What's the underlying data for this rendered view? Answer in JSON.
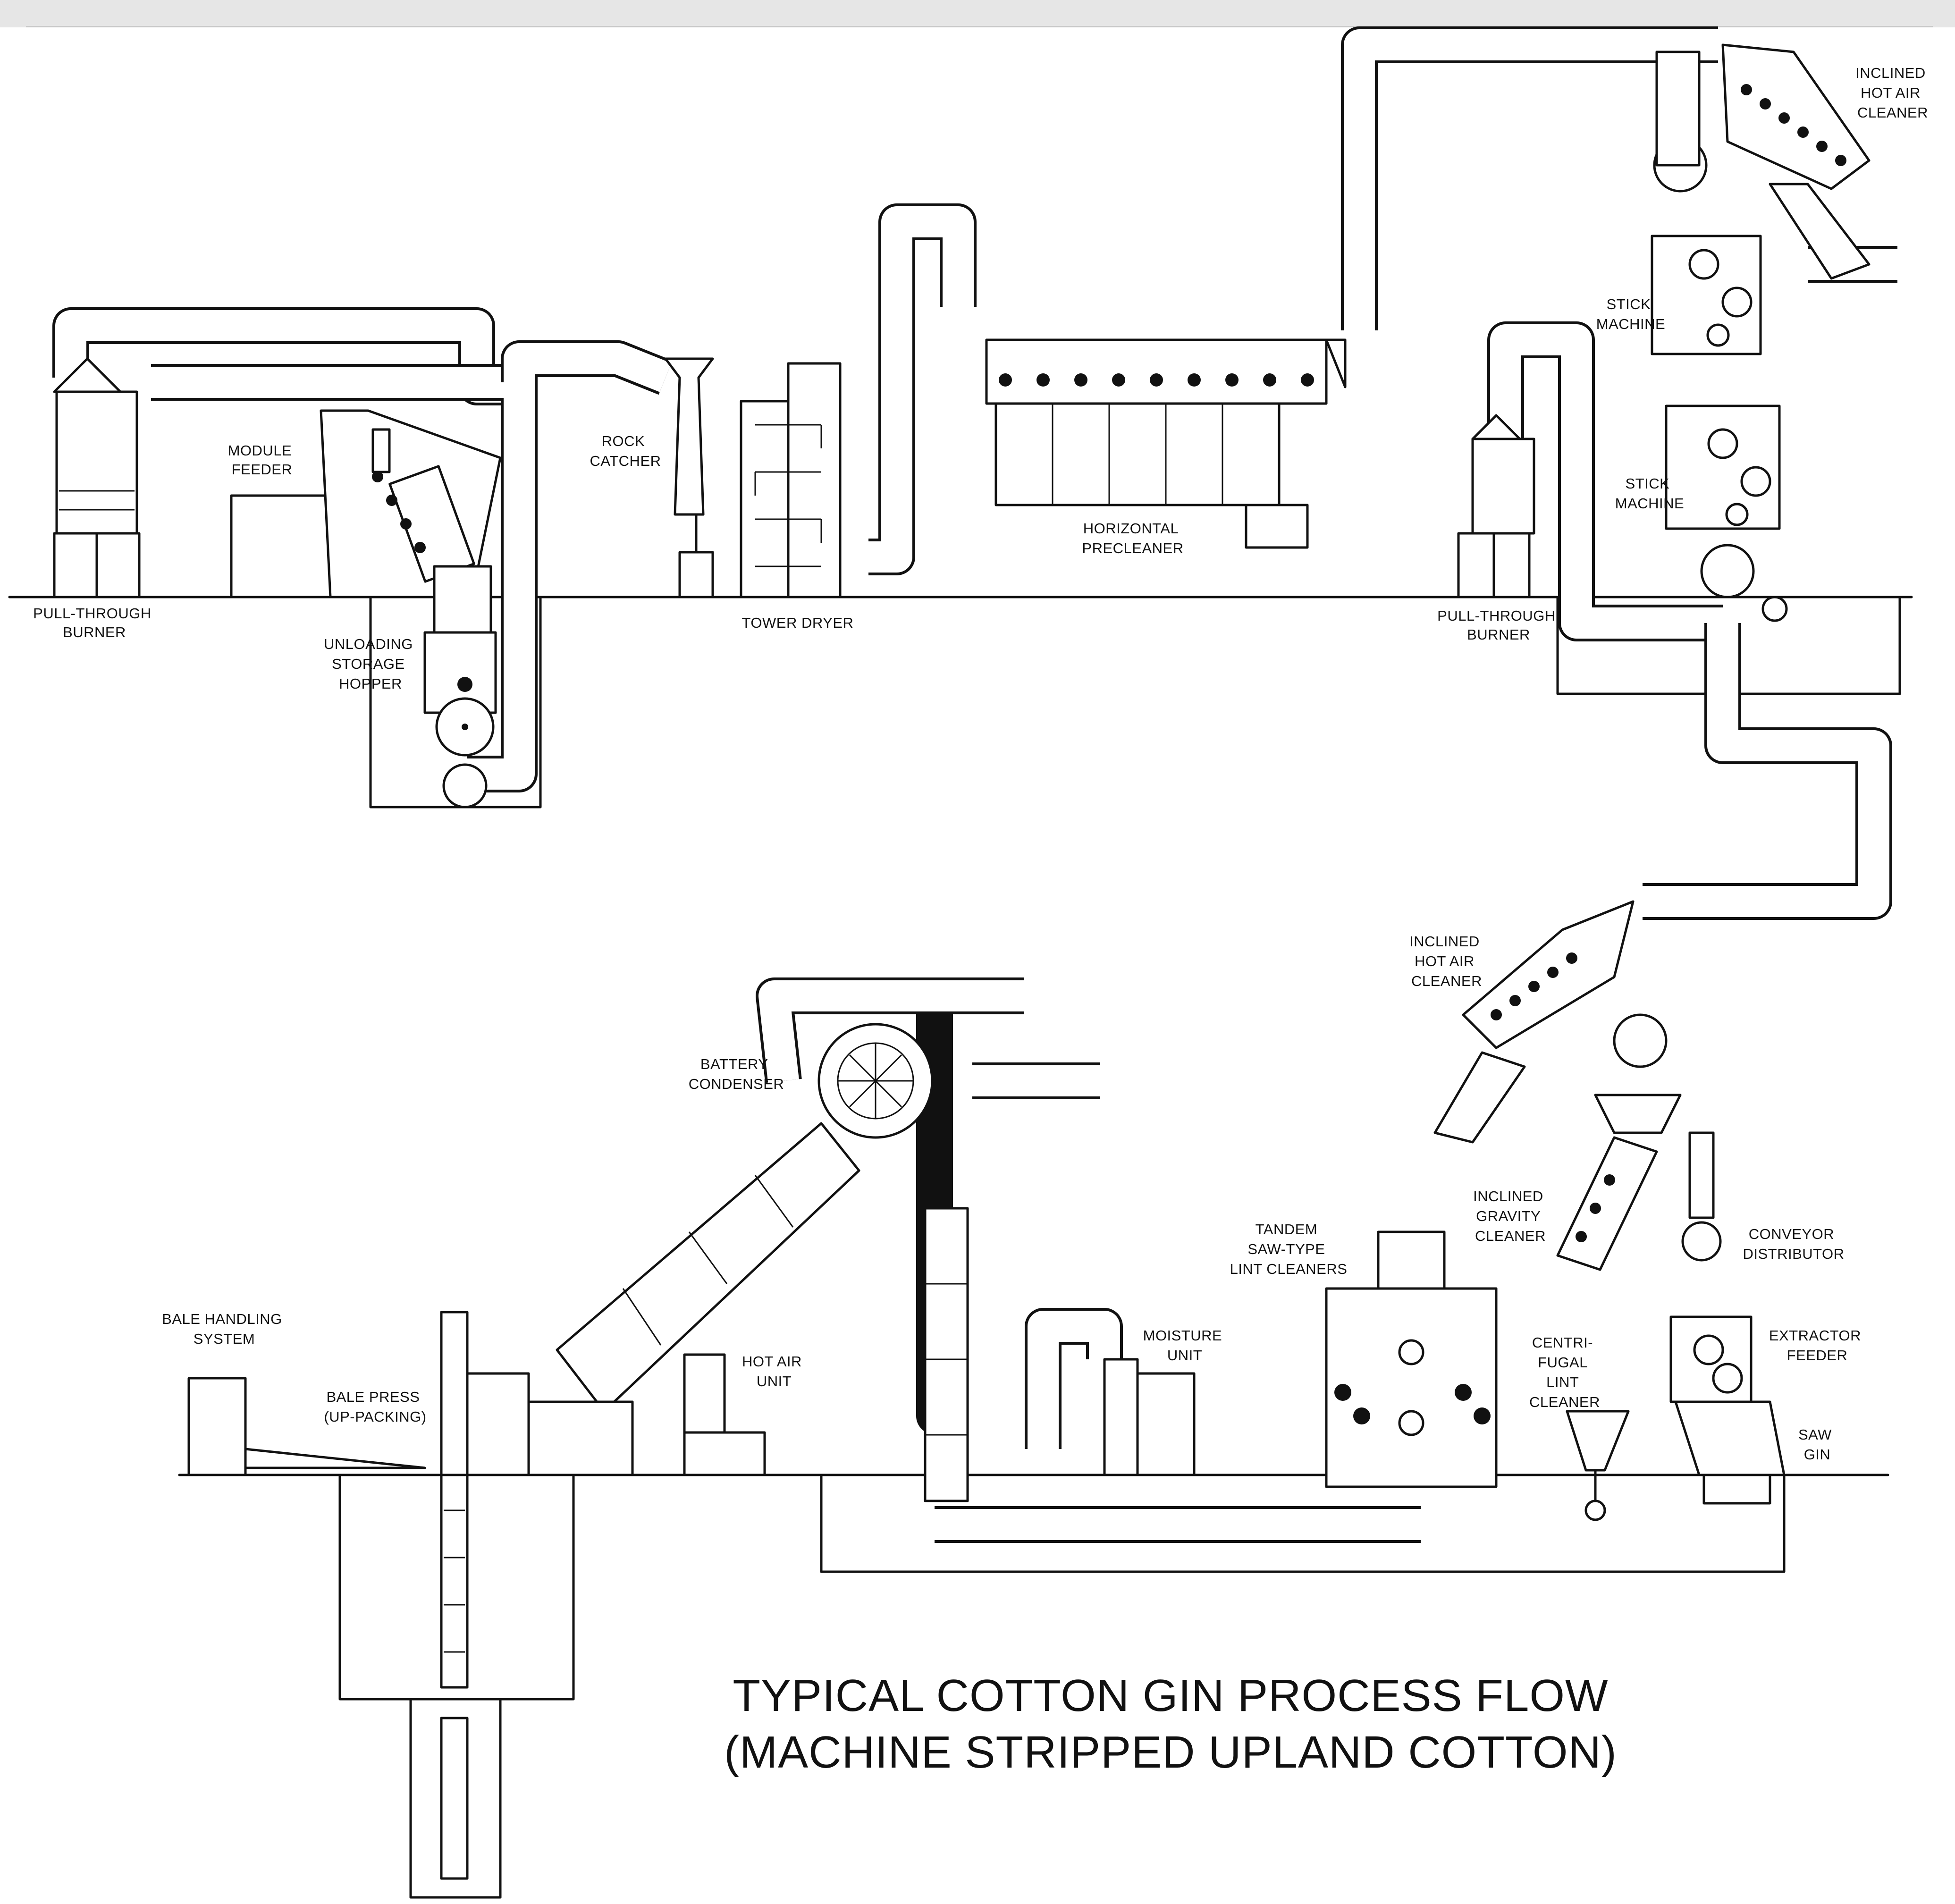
{
  "title": {
    "line1": "TYPICAL COTTON GIN PROCESS FLOW",
    "line2": "(MACHINE STRIPPED UPLAND COTTON)"
  },
  "labels": {
    "pull_through_burner_1": [
      "PULL-THROUGH",
      "BURNER"
    ],
    "module_feeder": [
      "MODULE",
      "FEEDER"
    ],
    "unloading_storage_hopper": [
      "UNLOADING",
      "STORAGE",
      "HOPPER"
    ],
    "rock_catcher": [
      "ROCK",
      "CATCHER"
    ],
    "tower_dryer": [
      "TOWER DRYER"
    ],
    "horizontal_precleaner": [
      "HORIZONTAL",
      "PRECLEANER"
    ],
    "pull_through_burner_2": [
      "PULL-THROUGH",
      "BURNER"
    ],
    "inclined_hot_air_cleaner_1": [
      "INCLINED",
      "HOT AIR",
      "CLEANER"
    ],
    "stick_machine_1": [
      "STICK",
      "MACHINE"
    ],
    "stick_machine_2": [
      "STICK",
      "MACHINE"
    ],
    "inclined_hot_air_cleaner_2": [
      "INCLINED",
      "HOT AIR",
      "CLEANER"
    ],
    "battery_condenser": [
      "BATTERY",
      "CONDENSER"
    ],
    "inclined_gravity_cleaner": [
      "INCLINED",
      "GRAVITY",
      "CLEANER"
    ],
    "conveyor_distributor": [
      "CONVEYOR",
      "DISTRIBUTOR"
    ],
    "tandem_lint_cleaners": [
      "TANDEM",
      "SAW-TYPE",
      "LINT CLEANERS"
    ],
    "moisture_unit": [
      "MOISTURE",
      "UNIT"
    ],
    "extractor_feeder": [
      "EXTRACTOR",
      "FEEDER"
    ],
    "centrifugal_lint_cleaner": [
      "CENTRI-",
      "FUGAL",
      "LINT",
      "CLEANER"
    ],
    "bale_handling_system": [
      "BALE HANDLING",
      "SYSTEM"
    ],
    "hot_air_unit": [
      "HOT AIR",
      "UNIT"
    ],
    "bale_press": [
      "BALE PRESS",
      "(UP-PACKING)"
    ],
    "saw_gin": [
      "SAW",
      "GIN"
    ]
  }
}
